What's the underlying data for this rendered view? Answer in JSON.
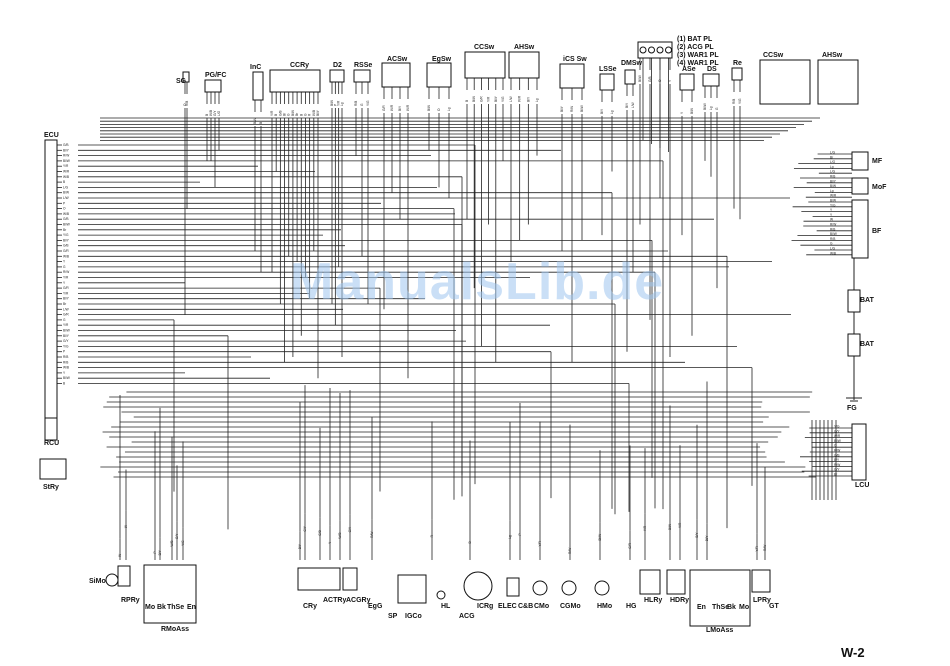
{
  "page": {
    "number": "W-2",
    "watermark": "ManualsLib.de"
  },
  "legend": [
    "(1) BAT PL",
    "(2) ACG PL",
    "(3) WAR1 PL",
    "(4) WAR1 PL"
  ],
  "top_components": [
    "SG",
    "PG/FC",
    "InC",
    "CCRy",
    "D2",
    "RSSe",
    "ACSw",
    "EgSw",
    "CCSw",
    "AHSw",
    "iCS Sw",
    "LSSe",
    "DMSw",
    "ASe",
    "DS",
    "Re"
  ],
  "switch_tables": [
    "CCSw",
    "AHSw"
  ],
  "left_components": [
    "ECU",
    "RCU",
    "StRy"
  ],
  "right_components": [
    "MF",
    "MoF",
    "BF",
    "BAT",
    "BAT",
    "FG",
    "LCU"
  ],
  "bottom_components": [
    "SiMo",
    "RPRy",
    "Mo",
    "Bk",
    "ThSe",
    "En",
    "RMoAss",
    "CRy",
    "ACTRy",
    "ACGRy",
    "EgG",
    "SP",
    "IGCo",
    "HL",
    "ICRg",
    "ACG",
    "ELEC",
    "C&B",
    "CMo",
    "CGMo",
    "HMo",
    "HG",
    "HLRy",
    "HDRy",
    "En",
    "ThSe",
    "Bk",
    "Mo",
    "LPRy",
    "GT",
    "LMoAss"
  ],
  "wire_codes": [
    "B/Y",
    "W/B",
    "R/W",
    "Y/G",
    "G/R",
    "Bl/W",
    "L/W",
    "G/Y",
    "R/B",
    "B/W",
    "Y/R",
    "G/B",
    "W/R",
    "Bl/Y",
    "L/G",
    "O",
    "Br",
    "Lg",
    "P",
    "R",
    "W",
    "B",
    "Y",
    "G"
  ]
}
